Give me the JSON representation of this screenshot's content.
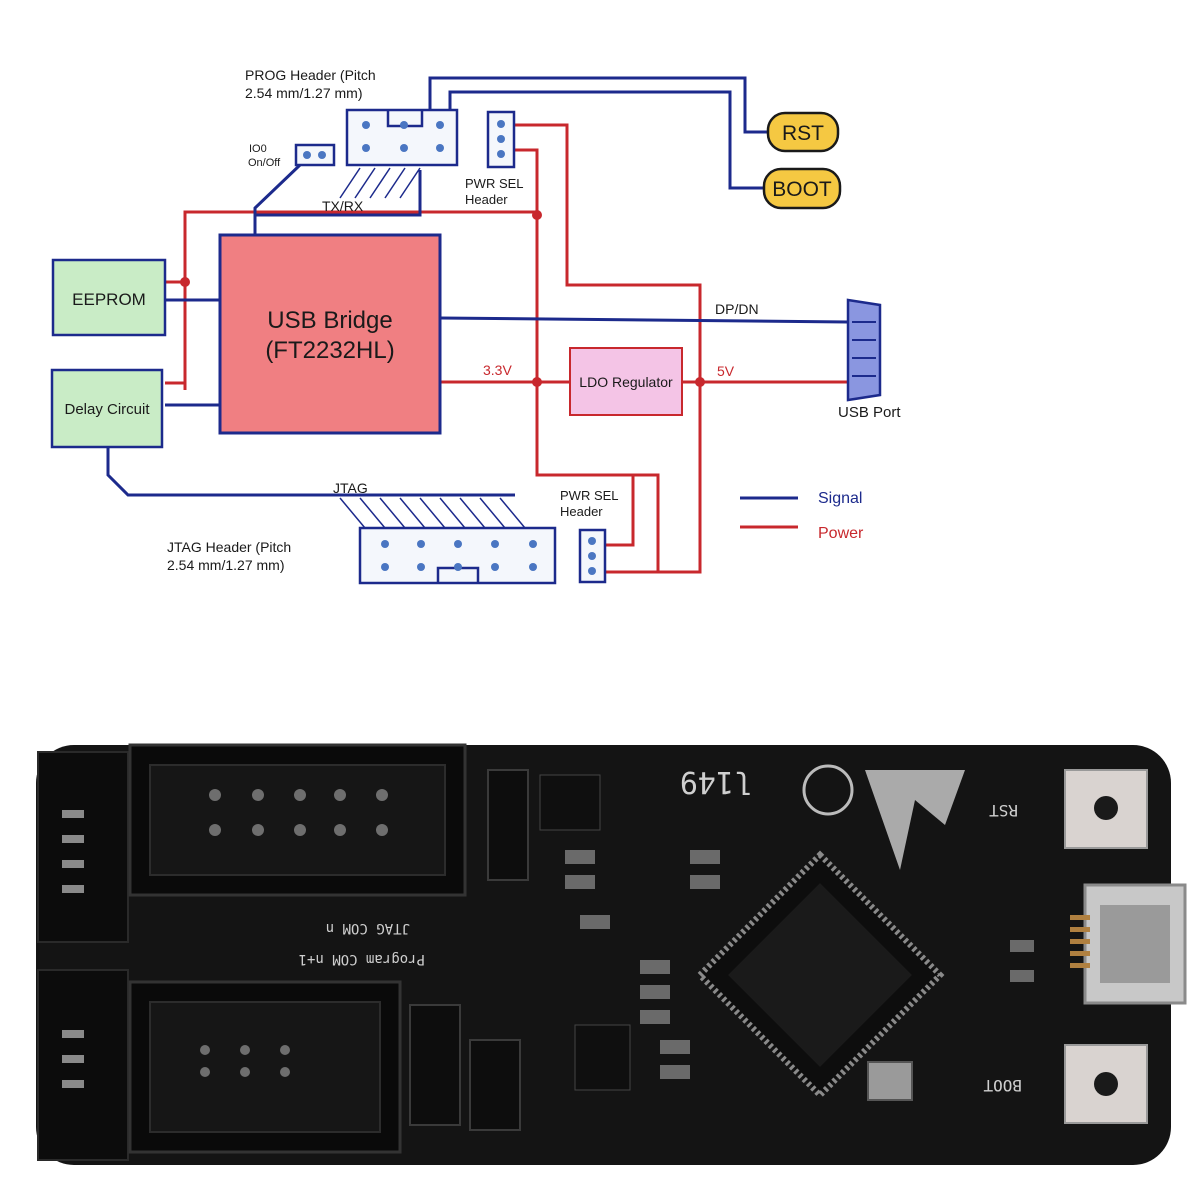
{
  "diagram": {
    "prog_header_label": [
      "PROG Header (Pitch",
      "2.54 mm/1.27 mm)"
    ],
    "io0_label": [
      "IO0",
      "On/Off"
    ],
    "pwr_sel_top_label": [
      "PWR SEL",
      "Header"
    ],
    "pwr_sel_bottom_label": [
      "PWR SEL",
      "Header"
    ],
    "jtag_header_label": [
      "JTAG Header (Pitch",
      "2.54 mm/1.27 mm)"
    ],
    "rst_button": "RST",
    "boot_button": "BOOT",
    "txrx_label": "TX/RX",
    "eeprom_label": "EEPROM",
    "usb_bridge_label": [
      "USB Bridge",
      "(FT2232HL)"
    ],
    "delay_circuit_label": "Delay Circuit",
    "dpdn_label": "DP/DN",
    "v33_label": "3.3V",
    "ldo_label": "LDO Regulator",
    "v5_label": "5V",
    "usb_port_label": "USB Port",
    "jtag_bus_label": "JTAG",
    "legend": [
      {
        "label": "Signal",
        "color": "#1c2a8c"
      },
      {
        "label": "Power",
        "color": "#c8282d"
      }
    ],
    "colors": {
      "signal": "#1c2a8c",
      "power": "#c8282d",
      "eeprom_fill": "#c9ecc6",
      "bridge_fill": "#f07f82",
      "ldo_fill": "#f4c4e6",
      "button_fill": "#f5c842",
      "usb_fill": "#8a96e0"
    }
  },
  "board": {
    "silk_chip_id": "l149",
    "silk_rst": "RST",
    "silk_boot": "BOOT",
    "silk_jtag": "JTAG    COM n",
    "silk_program": "Program  COM n+1"
  }
}
